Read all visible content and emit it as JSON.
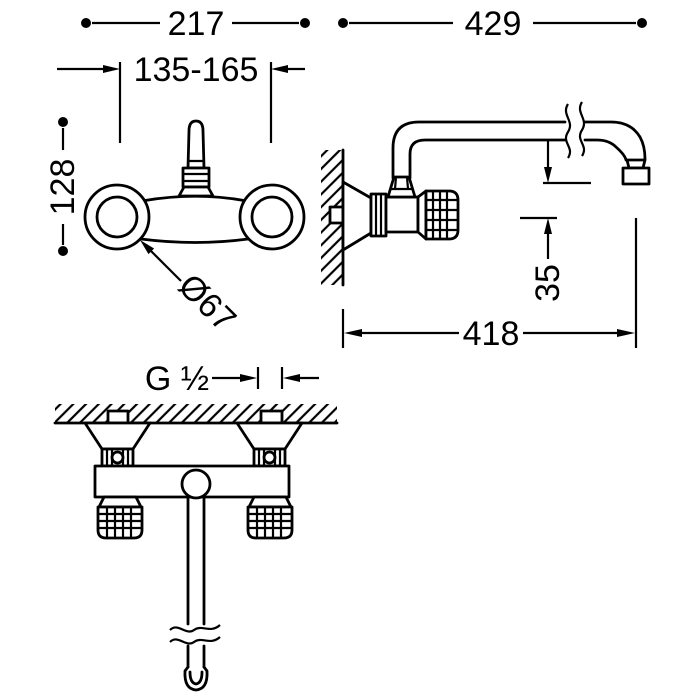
{
  "colors": {
    "line": "#000000",
    "bg": "#ffffff"
  },
  "labels": {
    "overall_width": "217",
    "mount_spacing": "135-165",
    "height": "128",
    "flange_diameter": "Ø67",
    "spout_overall": "429",
    "outlet_drop": "35",
    "spout_reach": "418",
    "thread": "G ½"
  }
}
